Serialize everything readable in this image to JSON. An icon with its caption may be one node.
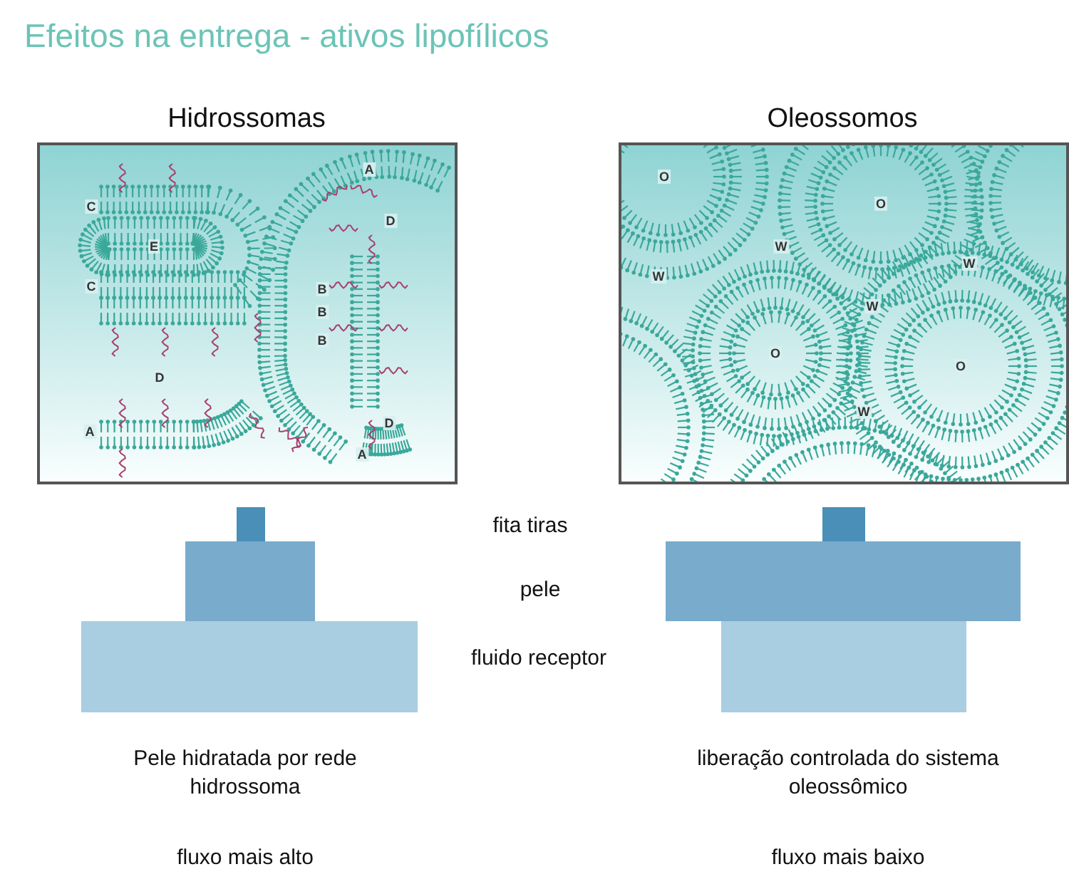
{
  "diagram": {
    "title": "Efeitos na entrega - ativos lipofílicos",
    "labels": [
      "Hidrossomas",
      "Oleossomos",
      "A",
      "C",
      "D",
      "E",
      "C",
      "B",
      "B",
      "B",
      "D",
      "D",
      "A",
      "A",
      "O",
      "O",
      "W",
      "W",
      "W",
      "W",
      "O",
      "O",
      "W",
      "fita tiras",
      "pele",
      "fluido receptor",
      "Pele hidratada por rede hidrossoma",
      "liberação controlada do sistema oleossômico",
      "fluxo mais alto",
      "fluxo mais baixo"
    ]
  }
}
